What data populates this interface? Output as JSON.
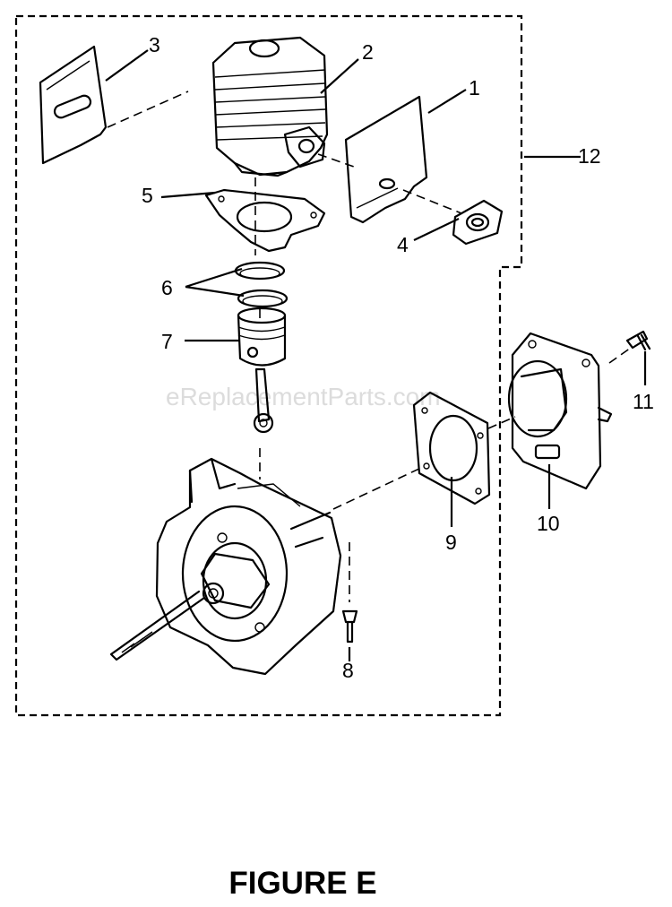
{
  "figure_title": "FIGURE E",
  "watermark": "eReplacementParts.com",
  "callouts": {
    "c1": "1",
    "c2": "2",
    "c3": "3",
    "c4": "4",
    "c5": "5",
    "c6": "6",
    "c7": "7",
    "c8": "8",
    "c9": "9",
    "c10": "10",
    "c11": "11",
    "c12": "12"
  }
}
